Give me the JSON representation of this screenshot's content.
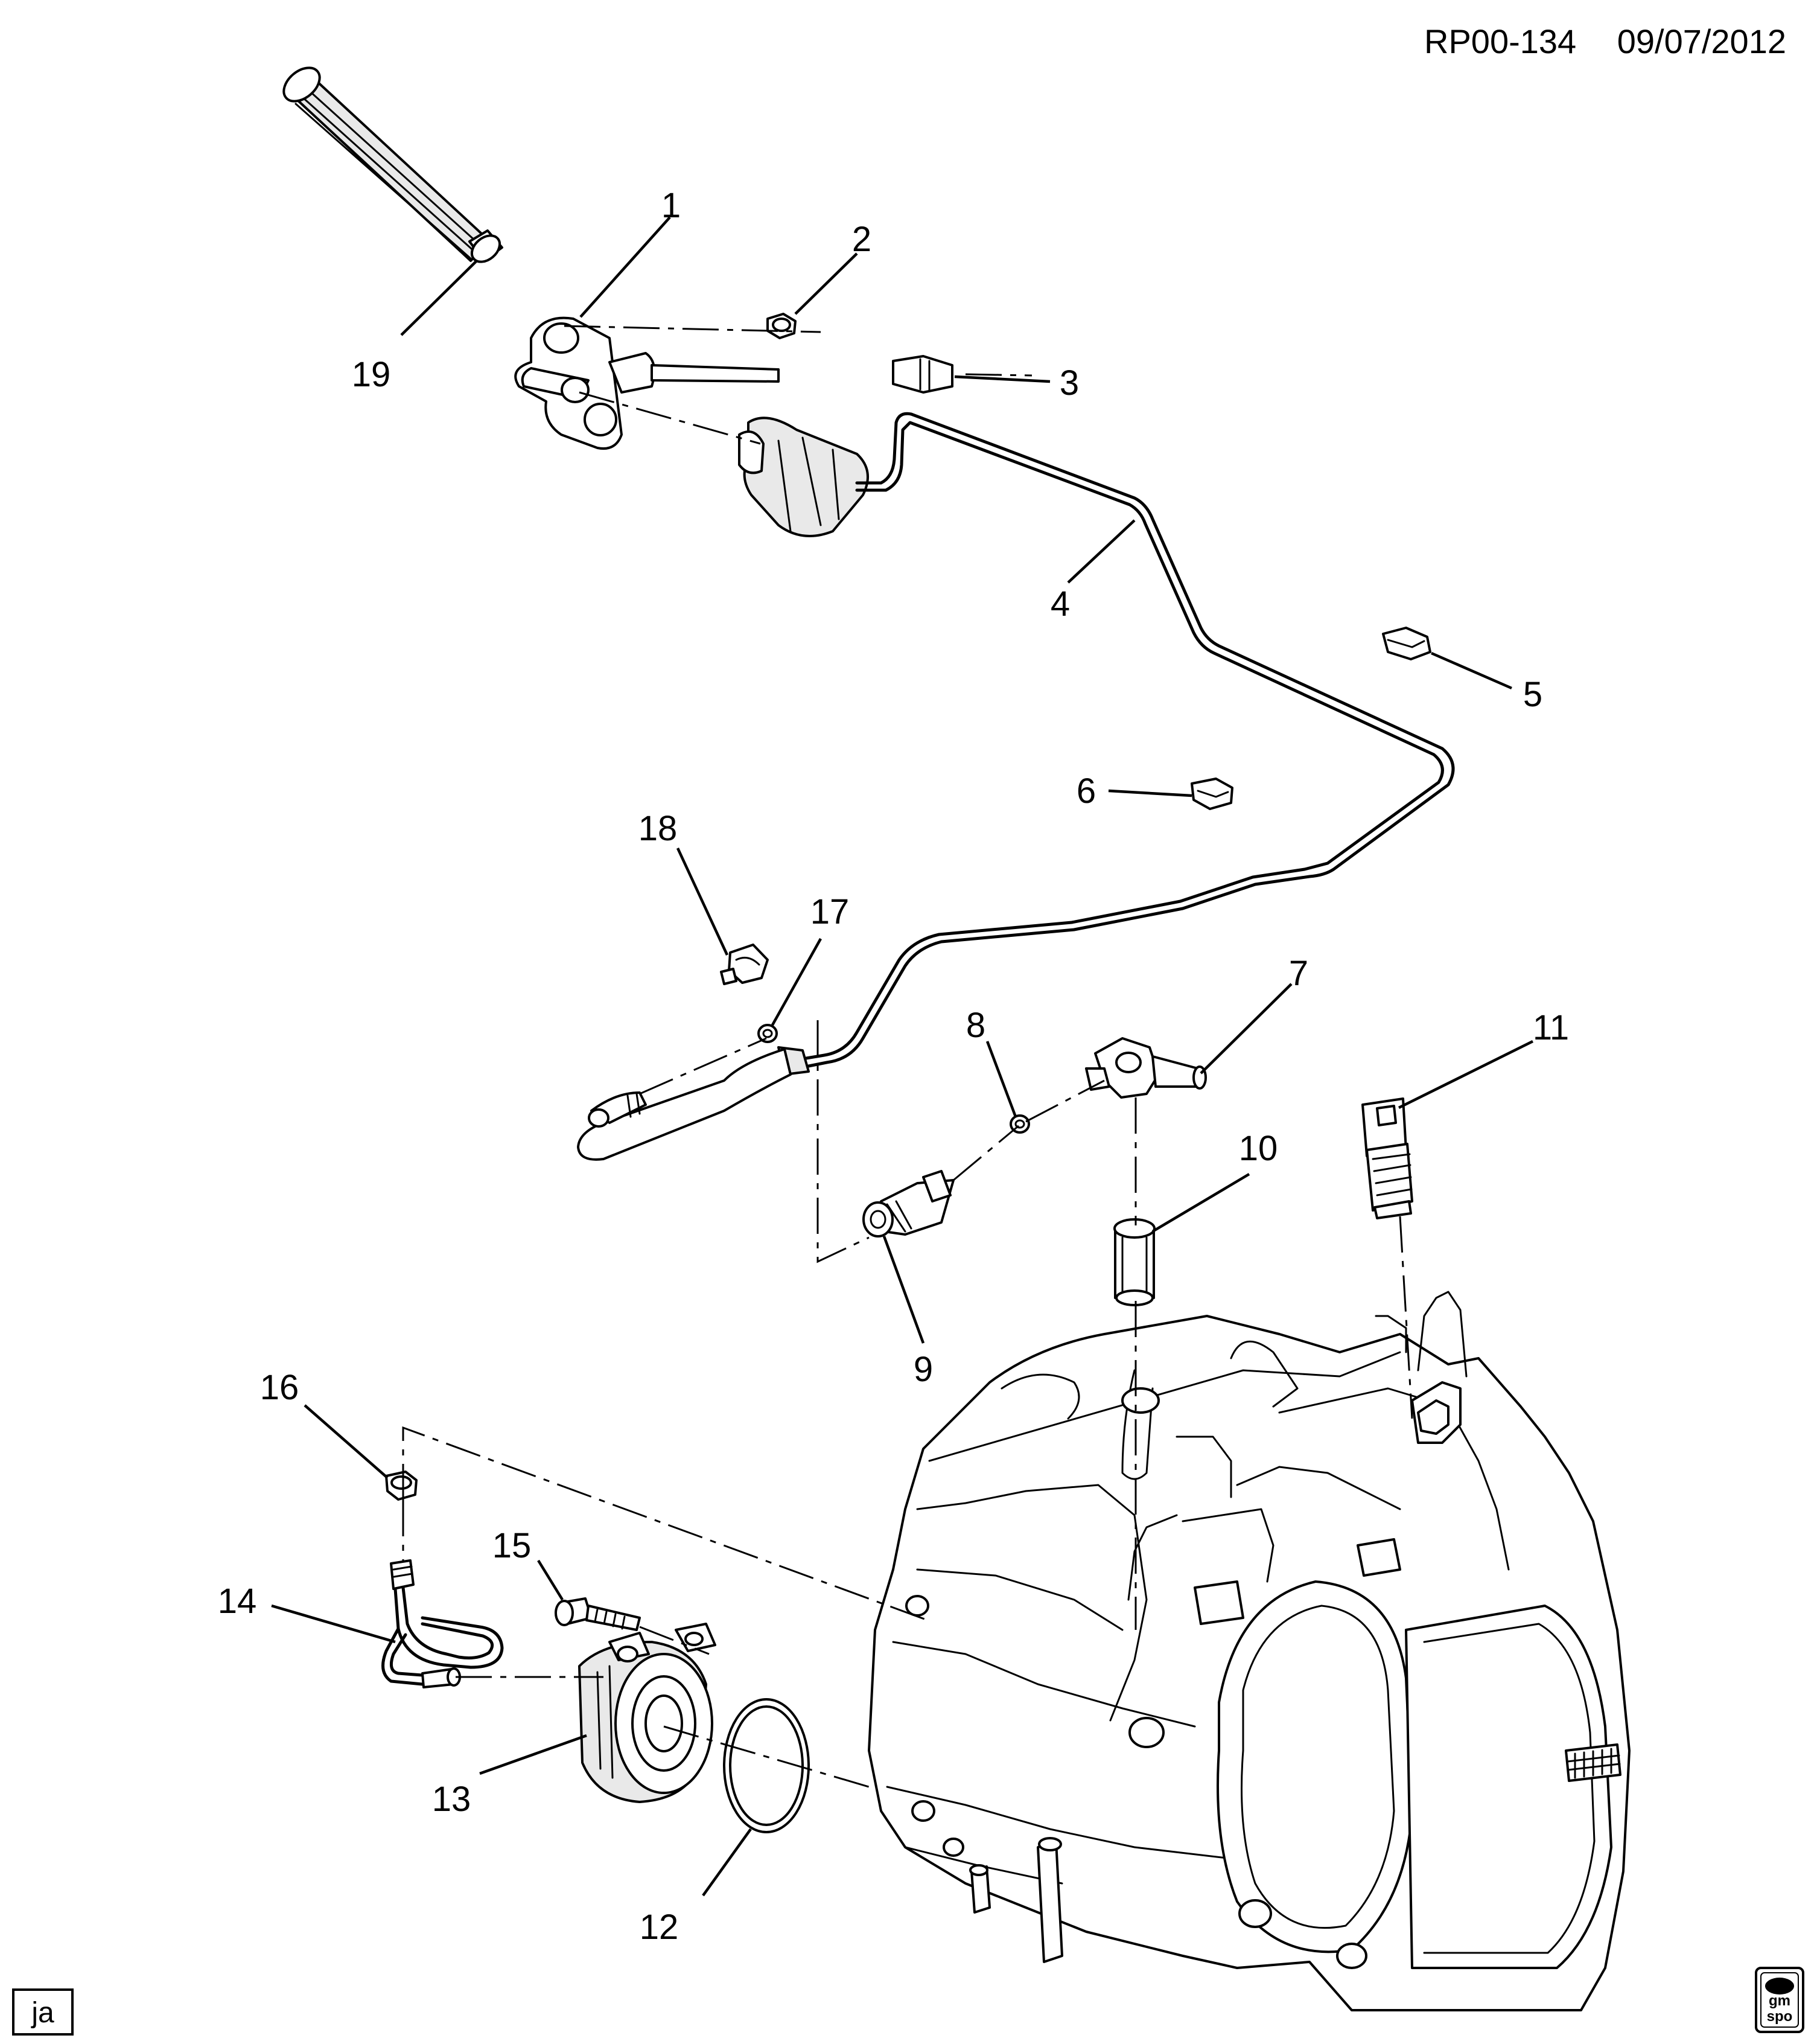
{
  "header": {
    "ref_code": "RP00-134",
    "date": "09/07/2012"
  },
  "footer": {
    "initials": "ja",
    "logo_text_top": "gm",
    "logo_text_bottom": "spo"
  },
  "callouts": [
    "1",
    "2",
    "3",
    "4",
    "5",
    "6",
    "7",
    "8",
    "9",
    "10",
    "11",
    "12",
    "13",
    "14",
    "15",
    "16",
    "17",
    "18",
    "19"
  ]
}
